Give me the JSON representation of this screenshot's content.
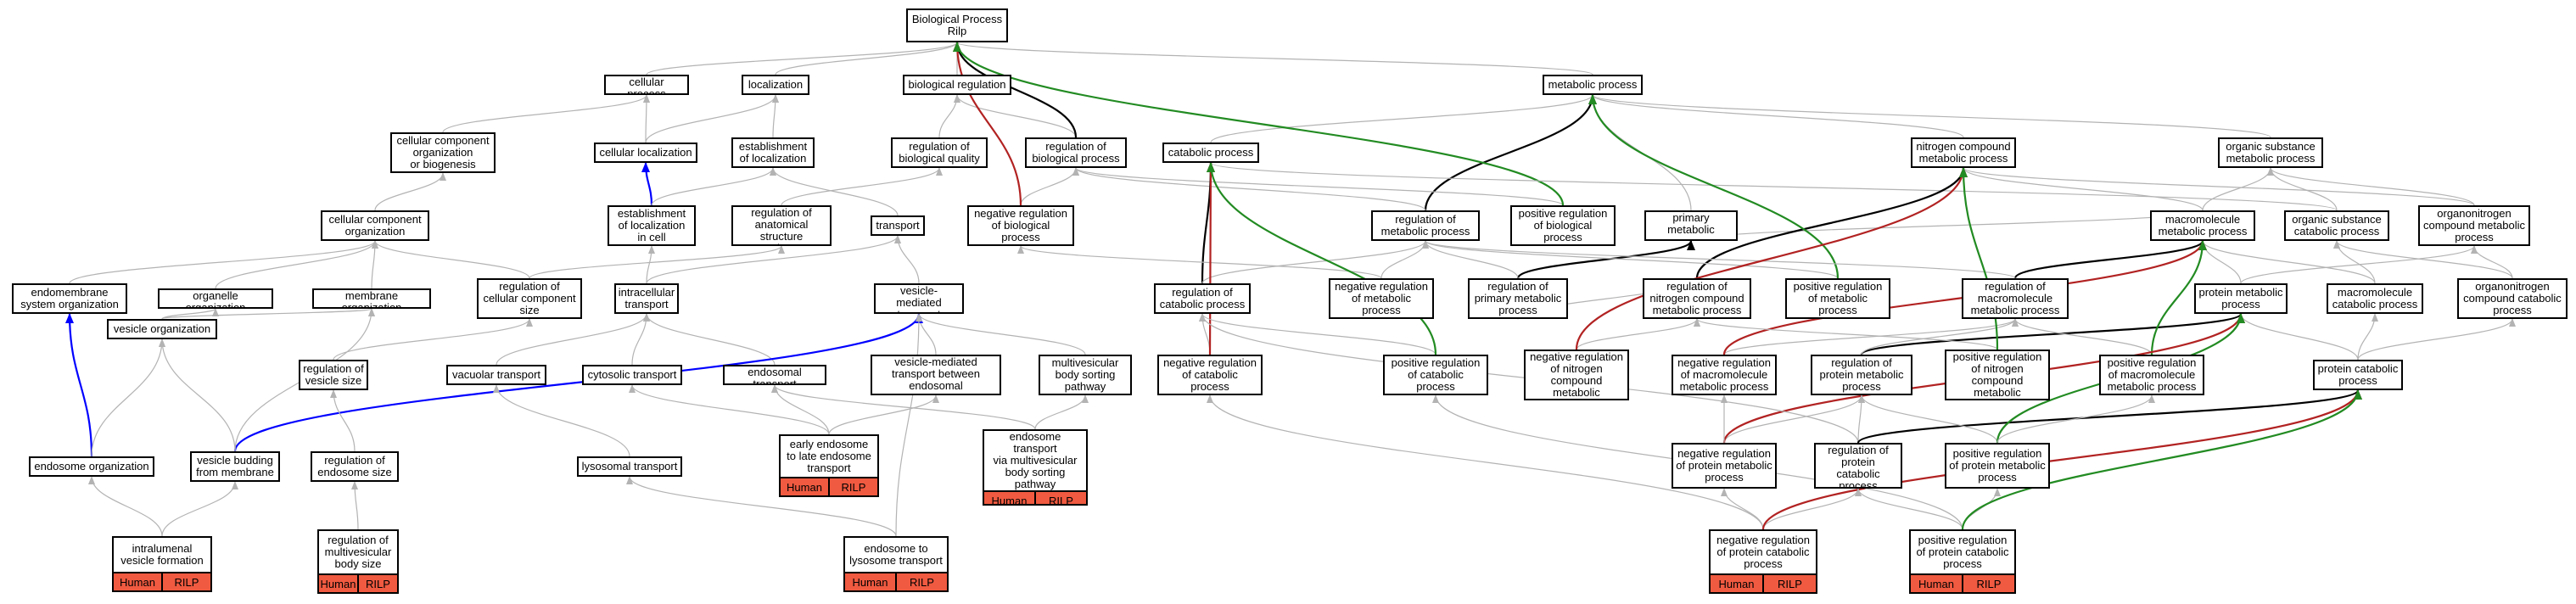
{
  "nodes": [
    {
      "id": "root",
      "label": "Biological Process\nRilp",
      "tags": []
    },
    {
      "id": "cellular_process",
      "label": "cellular process",
      "tags": []
    },
    {
      "id": "localization",
      "label": "localization",
      "tags": []
    },
    {
      "id": "biological_regulation",
      "label": "biological regulation",
      "tags": []
    },
    {
      "id": "metabolic_process",
      "label": "metabolic process",
      "tags": []
    },
    {
      "id": "cc_org",
      "label": "cellular component\norganization\nor biogenesis",
      "tags": []
    },
    {
      "id": "cellular_localization",
      "label": "cellular localization",
      "tags": []
    },
    {
      "id": "est_localization",
      "label": "establishment\nof localization",
      "tags": []
    },
    {
      "id": "reg_bio_quality",
      "label": "regulation of\nbiological quality",
      "tags": []
    },
    {
      "id": "reg_bio_process",
      "label": "regulation of\nbiological process",
      "tags": []
    },
    {
      "id": "catabolic_process",
      "label": "catabolic process",
      "tags": []
    },
    {
      "id": "nitrogen_cmp",
      "label": "nitrogen compound\nmetabolic process",
      "tags": []
    },
    {
      "id": "organic_subst",
      "label": "organic substance\nmetabolic process",
      "tags": []
    },
    {
      "id": "cc_organization",
      "label": "cellular component\norganization",
      "tags": []
    },
    {
      "id": "est_loc_cell",
      "label": "establishment\nof localization\nin cell",
      "tags": []
    },
    {
      "id": "reg_anat",
      "label": "regulation of\nanatomical structure\nsize",
      "tags": []
    },
    {
      "id": "transport",
      "label": "transport",
      "tags": []
    },
    {
      "id": "neg_reg_bio",
      "label": "negative regulation\nof biological\nprocess",
      "tags": []
    },
    {
      "id": "reg_metabolic",
      "label": "regulation of\nmetabolic process",
      "tags": []
    },
    {
      "id": "pos_reg_bio",
      "label": "positive regulation\nof biological\nprocess",
      "tags": []
    },
    {
      "id": "primary_metabolic",
      "label": "primary metabolic\nprocess",
      "tags": []
    },
    {
      "id": "macromolecule_met",
      "label": "macromolecule\nmetabolic process",
      "tags": []
    },
    {
      "id": "organic_cat",
      "label": "organic substance\ncatabolic process",
      "tags": []
    },
    {
      "id": "organonitrogen_met",
      "label": "organonitrogen\ncompound metabolic\nprocess",
      "tags": []
    },
    {
      "id": "endomembrane",
      "label": "endomembrane\nsystem organization",
      "tags": []
    },
    {
      "id": "organelle_org",
      "label": "organelle organization",
      "tags": []
    },
    {
      "id": "membrane_org",
      "label": "membrane organization",
      "tags": []
    },
    {
      "id": "reg_cc_size",
      "label": "regulation of\ncellular component\nsize",
      "tags": []
    },
    {
      "id": "intracellular_transport",
      "label": "intracellular\ntransport",
      "tags": []
    },
    {
      "id": "vesicle_mediated",
      "label": "vesicle-mediated\ntransport",
      "tags": []
    },
    {
      "id": "reg_catabolic",
      "label": "regulation of\ncatabolic process",
      "tags": []
    },
    {
      "id": "neg_reg_metabolic",
      "label": "negative regulation\nof metabolic\nprocess",
      "tags": []
    },
    {
      "id": "reg_primary",
      "label": "regulation of\nprimary metabolic\nprocess",
      "tags": []
    },
    {
      "id": "reg_nitrogen",
      "label": "regulation of\nnitrogen compound\nmetabolic process",
      "tags": []
    },
    {
      "id": "pos_reg_metabolic",
      "label": "positive regulation\nof metabolic\nprocess",
      "tags": []
    },
    {
      "id": "reg_macromolecule",
      "label": "regulation of\nmacromolecule\nmetabolic process",
      "tags": []
    },
    {
      "id": "protein_metabolic",
      "label": "protein metabolic\nprocess",
      "tags": []
    },
    {
      "id": "macromolecule_cat",
      "label": "macromolecule\ncatabolic process",
      "tags": []
    },
    {
      "id": "organonitrogen_cat",
      "label": "organonitrogen\ncompound catabolic\nprocess",
      "tags": []
    },
    {
      "id": "vesicle_org",
      "label": "vesicle organization",
      "tags": []
    },
    {
      "id": "reg_vesicle_size",
      "label": "regulation of\nvesicle size",
      "tags": []
    },
    {
      "id": "vacuolar_transport",
      "label": "vacuolar transport",
      "tags": []
    },
    {
      "id": "cytosolic_transport",
      "label": "cytosolic transport",
      "tags": []
    },
    {
      "id": "endosomal_transport",
      "label": "endosomal transport",
      "tags": []
    },
    {
      "id": "vm_between_endo",
      "label": "vesicle-mediated\ntransport between\nendosomal compartments",
      "tags": []
    },
    {
      "id": "mvb_sorting",
      "label": "multivesicular\nbody sorting\npathway",
      "tags": []
    },
    {
      "id": "neg_reg_catabolic",
      "label": "negative regulation\nof catabolic\nprocess",
      "tags": []
    },
    {
      "id": "pos_reg_catabolic",
      "label": "positive regulation\nof catabolic\nprocess",
      "tags": []
    },
    {
      "id": "neg_reg_nitrogen",
      "label": "negative regulation\nof nitrogen\ncompound metabolic\nprocess",
      "tags": []
    },
    {
      "id": "neg_reg_macro",
      "label": "negative regulation\nof macromolecule\nmetabolic process",
      "tags": []
    },
    {
      "id": "reg_protein_met",
      "label": "regulation of\nprotein metabolic\nprocess",
      "tags": []
    },
    {
      "id": "pos_reg_nitrogen",
      "label": "positive regulation\nof nitrogen\ncompound metabolic\nprocess",
      "tags": []
    },
    {
      "id": "pos_reg_macro",
      "label": "positive regulation\nof macromolecule\nmetabolic process",
      "tags": []
    },
    {
      "id": "protein_catabolic",
      "label": "protein catabolic\nprocess",
      "tags": []
    },
    {
      "id": "endosome_org",
      "label": "endosome organization",
      "tags": []
    },
    {
      "id": "vesicle_budding",
      "label": "vesicle budding\nfrom membrane",
      "tags": []
    },
    {
      "id": "reg_endosome_size",
      "label": "regulation of\nendosome size",
      "tags": []
    },
    {
      "id": "lysosomal_transport",
      "label": "lysosomal transport",
      "tags": []
    },
    {
      "id": "early_to_late",
      "label": "early endosome\nto late endosome\ntransport",
      "tags": [
        "Human",
        "RILP"
      ]
    },
    {
      "id": "endo_mvb",
      "label": "endosome transport\nvia multivesicular\nbody sorting\npathway",
      "tags": [
        "Human",
        "RILP"
      ]
    },
    {
      "id": "neg_reg_protein_met",
      "label": "negative regulation\nof protein metabolic\nprocess",
      "tags": []
    },
    {
      "id": "reg_protein_cat",
      "label": "regulation of\nprotein catabolic\nprocess",
      "tags": []
    },
    {
      "id": "pos_reg_protein_met",
      "label": "positive regulation\nof protein metabolic\nprocess",
      "tags": []
    },
    {
      "id": "intralumenal",
      "label": "intralumenal\nvesicle formation",
      "tags": [
        "Human",
        "RILP"
      ]
    },
    {
      "id": "reg_mvb_size",
      "label": "regulation of\nmultivesicular\nbody size",
      "tags": [
        "Human",
        "RILP"
      ]
    },
    {
      "id": "endo_to_lyso",
      "label": "endosome to\nlysosome transport",
      "tags": [
        "Human",
        "RILP"
      ]
    },
    {
      "id": "neg_reg_protein_cat",
      "label": "negative regulation\nof protein catabolic\nprocess",
      "tags": [
        "Human",
        "RILP"
      ]
    },
    {
      "id": "pos_reg_protein_cat",
      "label": "positive regulation\nof protein catabolic\nprocess",
      "tags": [
        "Human",
        "RILP"
      ]
    }
  ],
  "edges": [
    [
      "cellular_process",
      "root",
      "gray"
    ],
    [
      "localization",
      "root",
      "gray"
    ],
    [
      "biological_regulation",
      "root",
      "gray"
    ],
    [
      "metabolic_process",
      "root",
      "gray"
    ],
    [
      "cc_org",
      "cellular_process",
      "gray"
    ],
    [
      "cellular_localization",
      "localization",
      "gray"
    ],
    [
      "cellular_localization",
      "cellular_process",
      "gray"
    ],
    [
      "est_localization",
      "localization",
      "gray"
    ],
    [
      "reg_bio_quality",
      "biological_regulation",
      "gray"
    ],
    [
      "reg_bio_process",
      "biological_regulation",
      "gray"
    ],
    [
      "reg_bio_process",
      "root",
      "black"
    ],
    [
      "catabolic_process",
      "metabolic_process",
      "gray"
    ],
    [
      "nitrogen_cmp",
      "metabolic_process",
      "gray"
    ],
    [
      "organic_subst",
      "metabolic_process",
      "gray"
    ],
    [
      "cc_organization",
      "cc_org",
      "gray"
    ],
    [
      "est_loc_cell",
      "cellular_localization",
      "blue"
    ],
    [
      "est_loc_cell",
      "est_localization",
      "gray"
    ],
    [
      "reg_anat",
      "reg_bio_quality",
      "gray"
    ],
    [
      "transport",
      "est_localization",
      "gray"
    ],
    [
      "neg_reg_bio",
      "reg_bio_process",
      "gray"
    ],
    [
      "neg_reg_bio",
      "root",
      "red"
    ],
    [
      "reg_metabolic",
      "metabolic_process",
      "black"
    ],
    [
      "reg_metabolic",
      "reg_bio_process",
      "gray"
    ],
    [
      "pos_reg_bio",
      "reg_bio_process",
      "gray"
    ],
    [
      "pos_reg_bio",
      "root",
      "green"
    ],
    [
      "primary_metabolic",
      "metabolic_process",
      "gray"
    ],
    [
      "macromolecule_met",
      "primary_metabolic",
      "gray"
    ],
    [
      "macromolecule_met",
      "nitrogen_cmp",
      "gray"
    ],
    [
      "macromolecule_met",
      "organic_subst",
      "gray"
    ],
    [
      "organic_cat",
      "organic_subst",
      "gray"
    ],
    [
      "organic_cat",
      "catabolic_process",
      "gray"
    ],
    [
      "organonitrogen_met",
      "organic_subst",
      "gray"
    ],
    [
      "organonitrogen_met",
      "nitrogen_cmp",
      "gray"
    ],
    [
      "endomembrane",
      "cc_organization",
      "gray"
    ],
    [
      "organelle_org",
      "cc_organization",
      "gray"
    ],
    [
      "membrane_org",
      "cc_organization",
      "gray"
    ],
    [
      "reg_cc_size",
      "reg_anat",
      "gray"
    ],
    [
      "reg_cc_size",
      "cc_organization",
      "gray"
    ],
    [
      "intracellular_transport",
      "est_loc_cell",
      "gray"
    ],
    [
      "intracellular_transport",
      "transport",
      "gray"
    ],
    [
      "vesicle_mediated",
      "transport",
      "gray"
    ],
    [
      "reg_catabolic",
      "catabolic_process",
      "black"
    ],
    [
      "reg_catabolic",
      "reg_metabolic",
      "gray"
    ],
    [
      "neg_reg_metabolic",
      "reg_metabolic",
      "gray"
    ],
    [
      "neg_reg_metabolic",
      "neg_reg_bio",
      "gray"
    ],
    [
      "reg_primary",
      "primary_metabolic",
      "black"
    ],
    [
      "reg_primary",
      "reg_metabolic",
      "gray"
    ],
    [
      "reg_nitrogen",
      "nitrogen_cmp",
      "black"
    ],
    [
      "reg_nitrogen",
      "reg_primary",
      "gray"
    ],
    [
      "pos_reg_metabolic",
      "reg_metabolic",
      "gray"
    ],
    [
      "pos_reg_metabolic",
      "metabolic_process",
      "green"
    ],
    [
      "reg_macromolecule",
      "macromolecule_met",
      "black"
    ],
    [
      "reg_macromolecule",
      "reg_metabolic",
      "gray"
    ],
    [
      "protein_metabolic",
      "macromolecule_met",
      "gray"
    ],
    [
      "protein_metabolic",
      "organonitrogen_met",
      "gray"
    ],
    [
      "macromolecule_cat",
      "macromolecule_met",
      "gray"
    ],
    [
      "macromolecule_cat",
      "organic_cat",
      "gray"
    ],
    [
      "organonitrogen_cat",
      "organonitrogen_met",
      "gray"
    ],
    [
      "organonitrogen_cat",
      "organic_cat",
      "gray"
    ],
    [
      "vesicle_org",
      "organelle_org",
      "gray"
    ],
    [
      "vesicle_org",
      "membrane_org",
      "gray"
    ],
    [
      "reg_vesicle_size",
      "reg_cc_size",
      "gray"
    ],
    [
      "vacuolar_transport",
      "intracellular_transport",
      "gray"
    ],
    [
      "cytosolic_transport",
      "intracellular_transport",
      "gray"
    ],
    [
      "endosomal_transport",
      "intracellular_transport",
      "gray"
    ],
    [
      "vm_between_endo",
      "vesicle_mediated",
      "gray"
    ],
    [
      "mvb_sorting",
      "vesicle_mediated",
      "gray"
    ],
    [
      "neg_reg_catabolic",
      "reg_catabolic",
      "gray"
    ],
    [
      "neg_reg_catabolic",
      "catabolic_process",
      "red"
    ],
    [
      "pos_reg_catabolic",
      "reg_catabolic",
      "gray"
    ],
    [
      "pos_reg_catabolic",
      "catabolic_process",
      "green"
    ],
    [
      "neg_reg_nitrogen",
      "reg_nitrogen",
      "gray"
    ],
    [
      "neg_reg_nitrogen",
      "nitrogen_cmp",
      "red"
    ],
    [
      "neg_reg_macro",
      "reg_macromolecule",
      "gray"
    ],
    [
      "neg_reg_macro",
      "macromolecule_met",
      "red"
    ],
    [
      "reg_protein_met",
      "protein_metabolic",
      "black"
    ],
    [
      "reg_protein_met",
      "reg_macromolecule",
      "gray"
    ],
    [
      "pos_reg_nitrogen",
      "reg_nitrogen",
      "gray"
    ],
    [
      "pos_reg_nitrogen",
      "nitrogen_cmp",
      "green"
    ],
    [
      "pos_reg_macro",
      "reg_macromolecule",
      "gray"
    ],
    [
      "pos_reg_macro",
      "macromolecule_met",
      "green"
    ],
    [
      "protein_catabolic",
      "protein_metabolic",
      "gray"
    ],
    [
      "protein_catabolic",
      "macromolecule_cat",
      "gray"
    ],
    [
      "protein_catabolic",
      "organonitrogen_cat",
      "gray"
    ],
    [
      "endosome_org",
      "endomembrane",
      "blue"
    ],
    [
      "endosome_org",
      "vesicle_org",
      "gray"
    ],
    [
      "vesicle_budding",
      "vesicle_mediated",
      "blue"
    ],
    [
      "vesicle_budding",
      "membrane_org",
      "gray"
    ],
    [
      "vesicle_budding",
      "vesicle_org",
      "gray"
    ],
    [
      "reg_endosome_size",
      "reg_vesicle_size",
      "gray"
    ],
    [
      "lysosomal_transport",
      "vacuolar_transport",
      "gray"
    ],
    [
      "early_to_late",
      "vm_between_endo",
      "gray"
    ],
    [
      "early_to_late",
      "cytosolic_transport",
      "gray"
    ],
    [
      "early_to_late",
      "endosomal_transport",
      "gray"
    ],
    [
      "endo_mvb",
      "mvb_sorting",
      "gray"
    ],
    [
      "endo_mvb",
      "endosomal_transport",
      "gray"
    ],
    [
      "neg_reg_protein_met",
      "reg_protein_met",
      "gray"
    ],
    [
      "neg_reg_protein_met",
      "protein_metabolic",
      "red"
    ],
    [
      "neg_reg_protein_met",
      "neg_reg_macro",
      "gray"
    ],
    [
      "reg_protein_cat",
      "reg_protein_met",
      "gray"
    ],
    [
      "reg_protein_cat",
      "reg_catabolic",
      "gray"
    ],
    [
      "reg_protein_cat",
      "protein_catabolic",
      "black"
    ],
    [
      "pos_reg_protein_met",
      "reg_protein_met",
      "gray"
    ],
    [
      "pos_reg_protein_met",
      "protein_metabolic",
      "green"
    ],
    [
      "pos_reg_protein_met",
      "pos_reg_macro",
      "gray"
    ],
    [
      "intralumenal",
      "endosome_org",
      "gray"
    ],
    [
      "intralumenal",
      "vesicle_budding",
      "gray"
    ],
    [
      "reg_mvb_size",
      "reg_endosome_size",
      "gray"
    ],
    [
      "endo_to_lyso",
      "lysosomal_transport",
      "gray"
    ],
    [
      "endo_to_lyso",
      "vesicle_mediated",
      "gray"
    ],
    [
      "neg_reg_protein_cat",
      "neg_reg_protein_met",
      "gray"
    ],
    [
      "neg_reg_protein_cat",
      "reg_protein_cat",
      "gray"
    ],
    [
      "neg_reg_protein_cat",
      "neg_reg_catabolic",
      "gray"
    ],
    [
      "neg_reg_protein_cat",
      "protein_catabolic",
      "red"
    ],
    [
      "pos_reg_protein_cat",
      "pos_reg_protein_met",
      "gray"
    ],
    [
      "pos_reg_protein_cat",
      "reg_protein_cat",
      "gray"
    ],
    [
      "pos_reg_protein_cat",
      "pos_reg_catabolic",
      "gray"
    ],
    [
      "pos_reg_protein_cat",
      "protein_catabolic",
      "green"
    ]
  ],
  "colors": {
    "gray": "#b3b3b3",
    "black": "#000000",
    "red": "#b22222",
    "green": "#228b22",
    "blue": "#0000ff",
    "tag_fill": "#f05a40"
  }
}
